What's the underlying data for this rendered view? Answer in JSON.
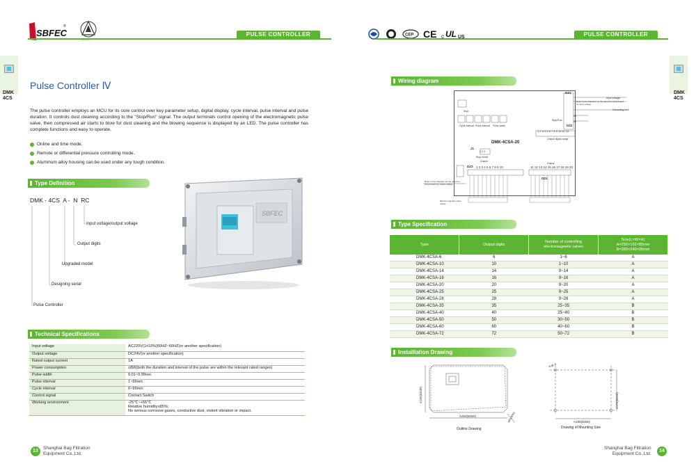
{
  "header": {
    "brand_text": "SBFEC",
    "product_line_left": "PULSE CONTROLLER",
    "product_line_right": "PULSE CONTROLLER",
    "cert_marks": [
      "CE",
      "c",
      "UL",
      "US"
    ]
  },
  "side_tabs": {
    "left_code": "DMK\n4CS",
    "right_code": "DMK\n4CS"
  },
  "left_page": {
    "title": "Pulse Controller Ⅳ",
    "intro": "The pulse controller employs an MCU for its core control over key parameter setup, digital display, cycle  interval, pulse interval and pulse duration. It controls dust cleaning according to the \"Stop/Run\" signal. The output terminals control opening of the electromagnetic pulse valve, then compressed air starts to blow for dust cleaning and the blowing sequence is displayed by an LED. The pulse controller has complete functions and easy to operate.",
    "bullets": [
      "Online and time mode.",
      "Remote or differential pressure controlling mode.",
      "Aluminum alloy housing can be used under any tough condition."
    ],
    "type_definition": {
      "heading": "Type Definition",
      "code": "DMK - 4CS  A -  N  RC",
      "labels": [
        "Input voltage/output voltage",
        "Output digits",
        "Upgraded model",
        "Designing serial",
        "Pulse Controller"
      ]
    },
    "technical_specs": {
      "heading": "Technical Specifications",
      "rows": [
        {
          "k": "Input voltage",
          "v": "AC220V(1±10%)50HZ~60HZ(or another specification)"
        },
        {
          "k": "Output voltage",
          "v": "DC24V(or another specification)"
        },
        {
          "k": "Rated output current",
          "v": "1A"
        },
        {
          "k": "Power consumption",
          "v": "≤8W(both the duration and interval of the pulse are within the relevant rated ranges)"
        },
        {
          "k": "Pulse width",
          "v": "0.01~0.99sec"
        },
        {
          "k": "Pulse interval",
          "v": "1~99sec"
        },
        {
          "k": "Cycle interval",
          "v": "0~99min"
        },
        {
          "k": "Control signal",
          "v": "Contact Switch"
        },
        {
          "k": "Working environment",
          "v": "-25℃~+55℃\nRelative humidity≤85%;\nNo serious corrosive gases, conductive dust, violent vibration or impact."
        }
      ]
    },
    "footer": {
      "page": "13",
      "company": "Shanghai Bag Filtration\nEquipment Co.,Ltd."
    }
  },
  "right_page": {
    "wiring": {
      "heading": "Wiring diagram",
      "model": "DMK-4CSA-20",
      "dz1": "DZ1",
      "dz2": "DZ2",
      "dz3": "DZ3",
      "dz4": "DZ4",
      "j1": "J1",
      "j1_pins": "1 2 3",
      "stop_mode": "Stop mode",
      "stop": "Stop",
      "knobs": [
        "Cycle interval",
        "Pulse interval",
        "Pulse width"
      ],
      "output_label": "Output",
      "output_digits_label": "Output digital range",
      "top_digits": "1  2  3  4  5  6  7  8  9  10",
      "top_digits_2": "11 12 13 14 15 16 17 18 19 20",
      "digits_row": "1  2  3  4  5  6  7  8  9  10  11  12",
      "input_voltage": "Input voltage",
      "input_voltage_note": "Refer to the character on the panel for circuit board for input voltage",
      "grounding": "Grounding wire",
      "stop_run": "Stop/Run",
      "refer_note": "Refer to the character on the panel for circuit board for output voltage",
      "valve_note": "Electro-magnetic pulse valves",
      "k1": "K1",
      "k2": "K2"
    },
    "type_spec": {
      "heading": "Type Specification",
      "columns": [
        "Type",
        "Output digits",
        "Number of controlling\nelectromagnetic valves",
        "Size(L×W×H)\nA=250×192×85mm\nB=360×240×90mm"
      ],
      "rows": [
        [
          "DMK-4CSA-6",
          "6",
          "1~6",
          "A"
        ],
        [
          "DMK-4CSA-10",
          "10",
          "1~10",
          "A"
        ],
        [
          "DMK-4CSA-14",
          "14",
          "9~14",
          "A"
        ],
        [
          "DMK-4CSA-16",
          "16",
          "9~16",
          "A"
        ],
        [
          "DMK-4CSA-20",
          "20",
          "9~20",
          "A"
        ],
        [
          "DMK-4CSA-25",
          "25",
          "9~25",
          "A"
        ],
        [
          "DMK-4CSA-28",
          "28",
          "9~28",
          "A"
        ],
        [
          "DMK-4CSA-35",
          "35",
          "25~35",
          "B"
        ],
        [
          "DMK-4CSA-40",
          "40",
          "25~40",
          "B"
        ],
        [
          "DMK-4CSA-50",
          "50",
          "30~50",
          "B"
        ],
        [
          "DMK-4CSA-60",
          "60",
          "40~60",
          "B"
        ],
        [
          "DMK-4CSA-72",
          "72",
          "50~72",
          "B"
        ]
      ]
    },
    "installation": {
      "heading": "Installlation Drawing",
      "outline_caption": "Outline Drawing",
      "mounting_caption": "Drawing of Mounting Size",
      "dim_a192": "A192(B240)",
      "dim_a250": "A250(B360)",
      "dim_a85": "A85(B90)",
      "dim_a170": "A170(B220)",
      "dim_a180": "A180(B350)",
      "dim_hole": "4-Ø.4"
    },
    "footer": {
      "page": "14",
      "company": "Shanghai Bag Filtration\nEquipment Co.,Ltd."
    }
  },
  "colors": {
    "accent": "#5cb531",
    "light": "#e6f2dd"
  }
}
